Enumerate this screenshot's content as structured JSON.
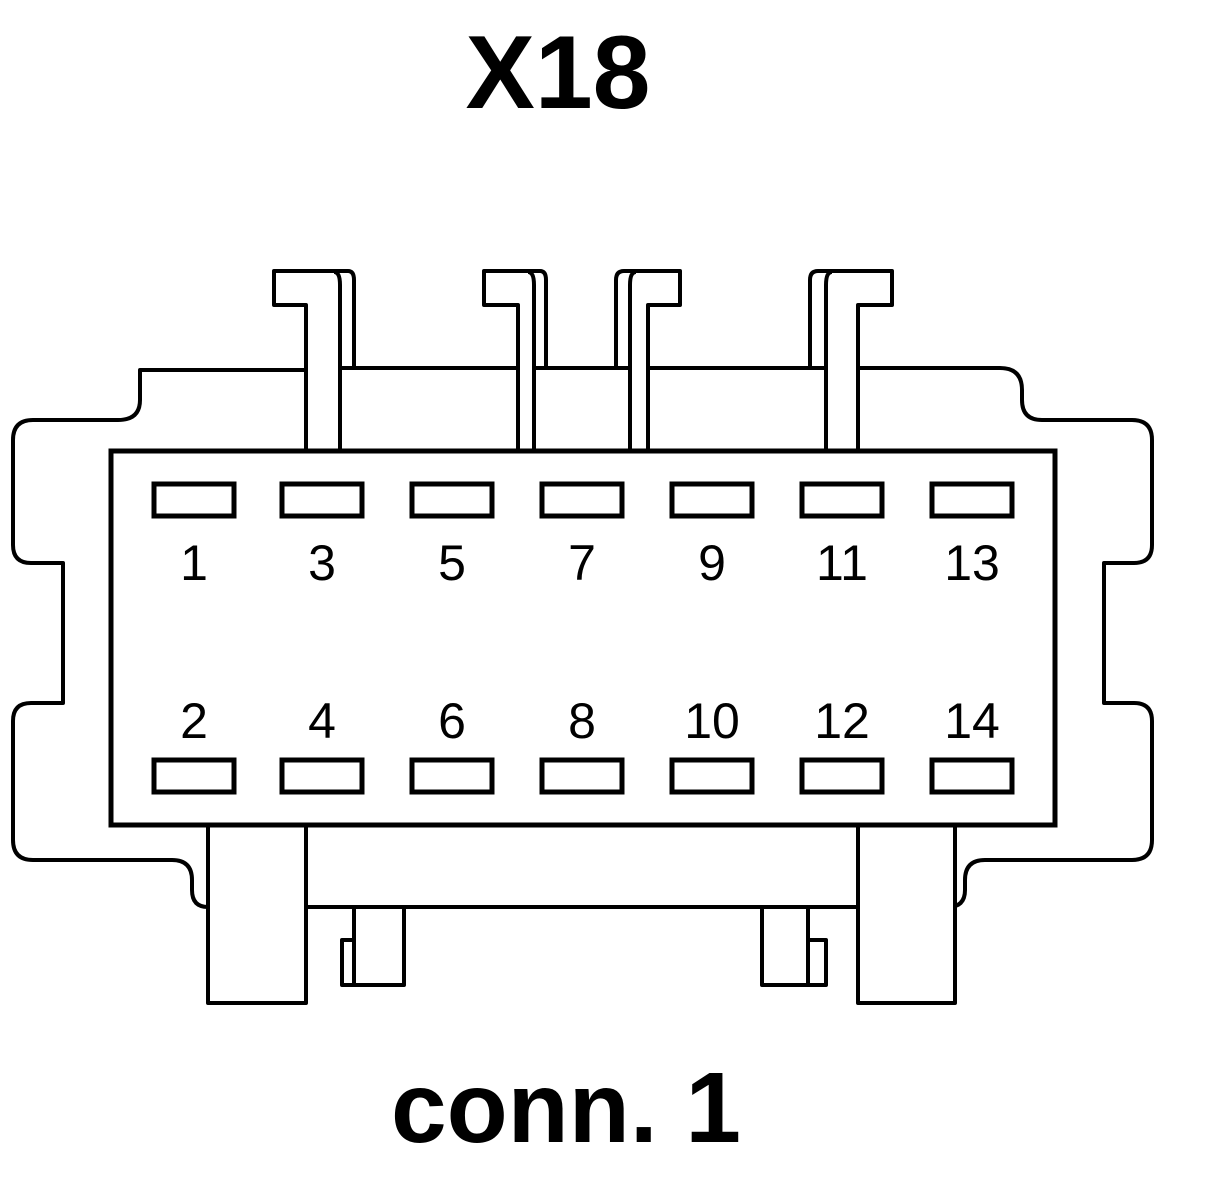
{
  "connector": {
    "id": "X18",
    "caption": "conn. 1",
    "top_row_pins": [
      "1",
      "3",
      "5",
      "7",
      "9",
      "11",
      "13"
    ],
    "bottom_row_pins": [
      "2",
      "4",
      "6",
      "8",
      "10",
      "12",
      "14"
    ]
  }
}
